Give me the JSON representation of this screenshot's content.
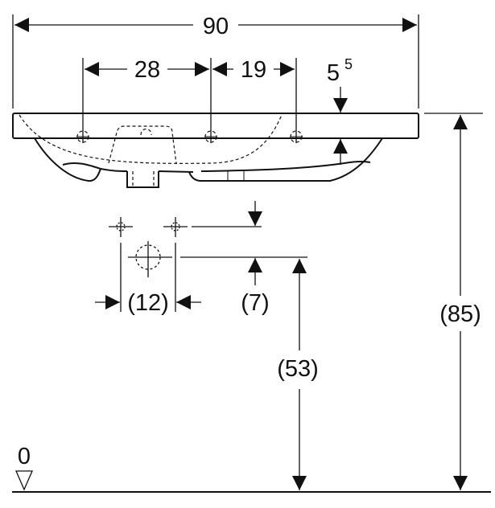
{
  "dimensions": {
    "overall_width": "90",
    "tap_hole_left": "28",
    "tap_hole_right": "19",
    "rim_thickness_base": "5",
    "rim_thickness_exp": "5",
    "total_height": "(85)",
    "outlet_spacing": "(12)",
    "outlet_offset": "(7)",
    "outlet_height": "(53)",
    "floor_level": "0"
  },
  "colors": {
    "line": "#111111",
    "background": "#ffffff"
  }
}
